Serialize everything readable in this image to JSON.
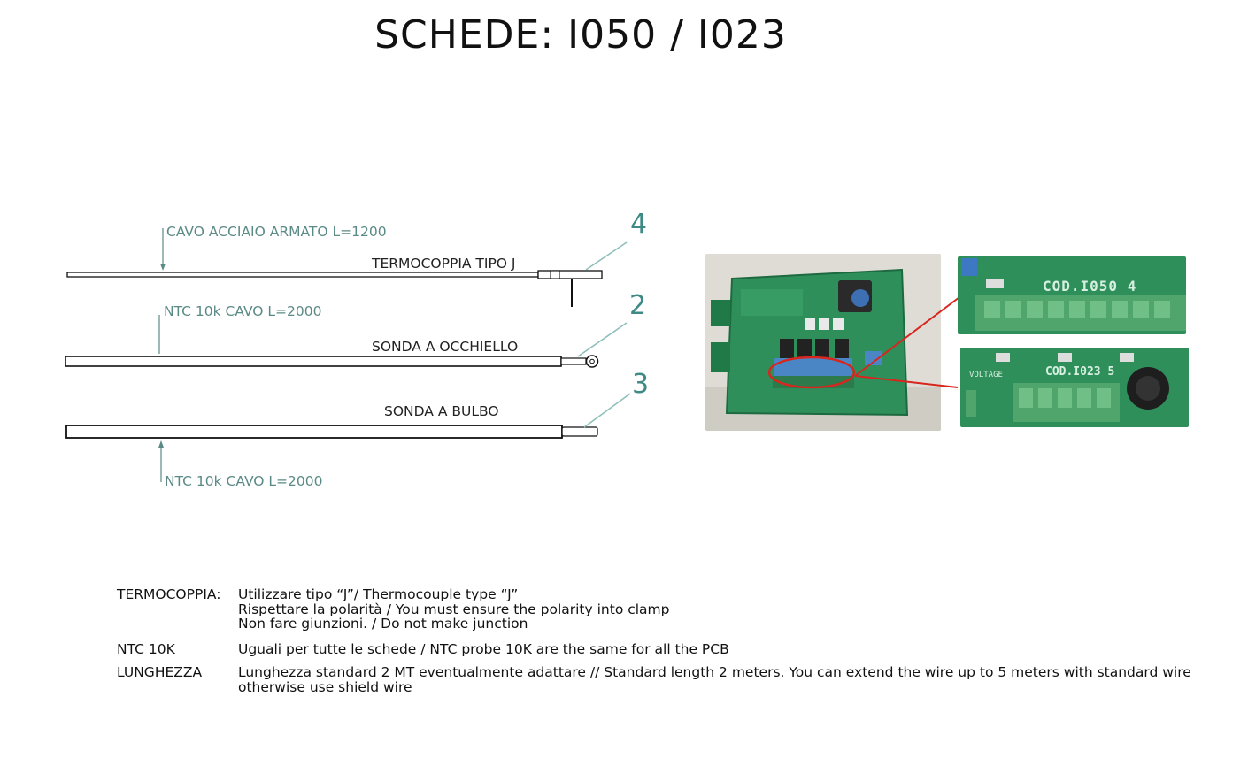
{
  "title": "SCHEDE: I050 / I023",
  "diagram": {
    "probe_j": {
      "cable_label": "CAVO ACCIAIO ARMATO L=1200",
      "name": "TERMOCOPPIA TIPO J",
      "callout": "4"
    },
    "probe_eyelet": {
      "cable_label": "NTC 10k CAVO L=2000",
      "name": "SONDA A OCCHIELLO",
      "callout": "2"
    },
    "probe_bulb": {
      "cable_label": "NTC 10k CAVO L=2000",
      "name": "SONDA A BULBO",
      "callout": "3"
    }
  },
  "photos": {
    "zoom_top_code": "COD.I050 4",
    "zoom_bottom_code": "COD.I023 5",
    "zoom_bottom_voltage": "VOLTAGE"
  },
  "notes": [
    {
      "key": "TERMOCOPPIA:",
      "lines": [
        "Utilizzare tipo “J”/ Thermocouple type “J”",
        "Rispettare la polarità / You must ensure the polarity into clamp",
        "Non fare giunzioni. / Do not make junction"
      ]
    },
    {
      "key": "NTC 10K",
      "lines": [
        "Uguali per tutte le schede / NTC probe 10K are the same for all the PCB"
      ]
    },
    {
      "key": "LUNGHEZZA",
      "lines": [
        "Lunghezza standard 2 MT eventualmente adattare // Standard length 2 meters. You can extend the wire up to 5 meters with standard wire otherwise use shield wire"
      ]
    }
  ],
  "colors": {
    "teal_label": "#5a8a86",
    "callout": "#3f8a84",
    "pcb_green": "#2f8f5a",
    "highlight_red": "#d8261e"
  }
}
